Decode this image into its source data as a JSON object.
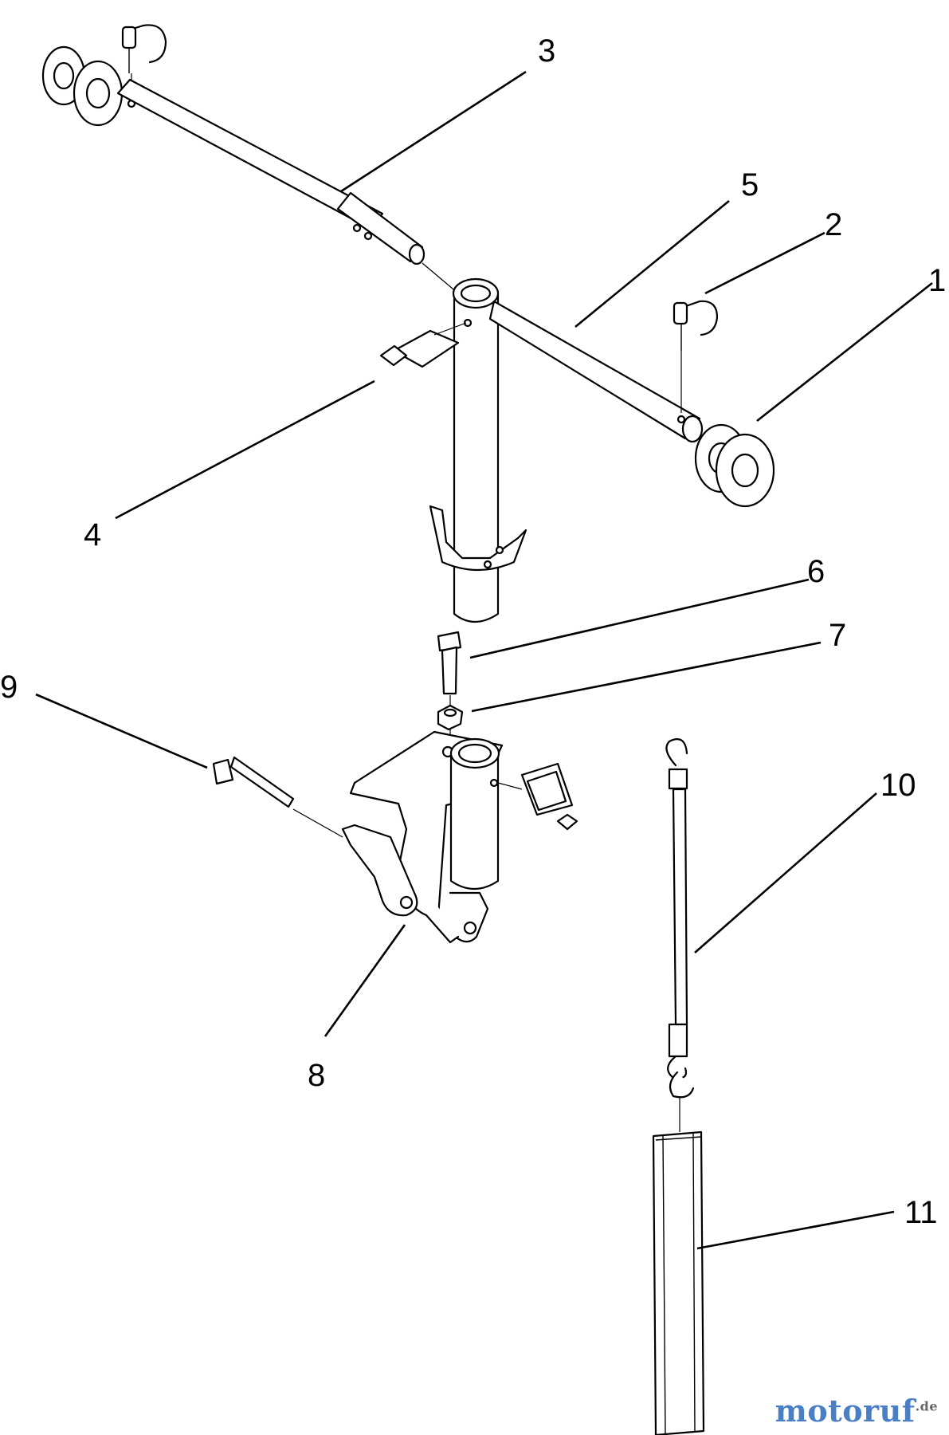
{
  "callouts": [
    {
      "id": "1",
      "label": "1",
      "part": "pulley-assembly"
    },
    {
      "id": "2",
      "label": "2",
      "part": "lynch-pin"
    },
    {
      "id": "3",
      "label": "3",
      "part": "left-boom-tube"
    },
    {
      "id": "4",
      "label": "4",
      "part": "hitch-pin"
    },
    {
      "id": "5",
      "label": "5",
      "part": "right-boom-tube"
    },
    {
      "id": "6",
      "label": "6",
      "part": "bolt"
    },
    {
      "id": "7",
      "label": "7",
      "part": "nut"
    },
    {
      "id": "8",
      "label": "8",
      "part": "mount-bracket"
    },
    {
      "id": "9",
      "label": "9",
      "part": "long-bolt"
    },
    {
      "id": "10",
      "label": "10",
      "part": "spring-strap"
    },
    {
      "id": "11",
      "label": "11",
      "part": "weight-plate"
    }
  ],
  "watermark": {
    "text": "motoruf",
    "suffix": ".de"
  }
}
